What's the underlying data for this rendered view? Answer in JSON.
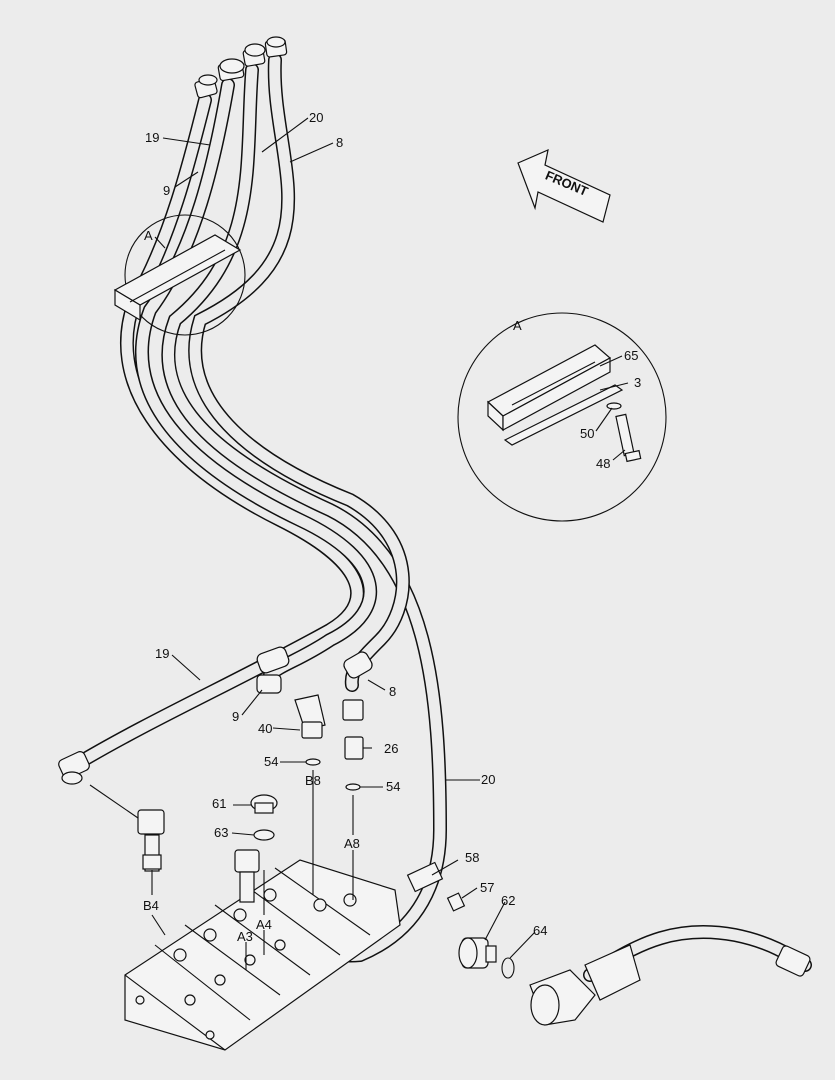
{
  "callouts": {
    "c19_top": "19",
    "c9_top": "9",
    "c20_top": "20",
    "c8_top": "8",
    "cA_top": "A",
    "cA_detail": "A",
    "c65": "65",
    "c3": "3",
    "c50": "50",
    "c48": "48",
    "c19_bot": "19",
    "c9_bot": "9",
    "c8_bot": "8",
    "c40": "40",
    "c26": "26",
    "c54_left": "54",
    "c54_right": "54",
    "cB8": "B8",
    "cA8": "A8",
    "c61": "61",
    "c63": "63",
    "c20_bot": "20",
    "c58": "58",
    "c57": "57",
    "c62": "62",
    "c64": "64",
    "cB4": "B4",
    "cA3": "A3",
    "cA4": "A4"
  },
  "front_label": "FRONT",
  "icons": {
    "front_arrow": "front-direction-arrow"
  }
}
